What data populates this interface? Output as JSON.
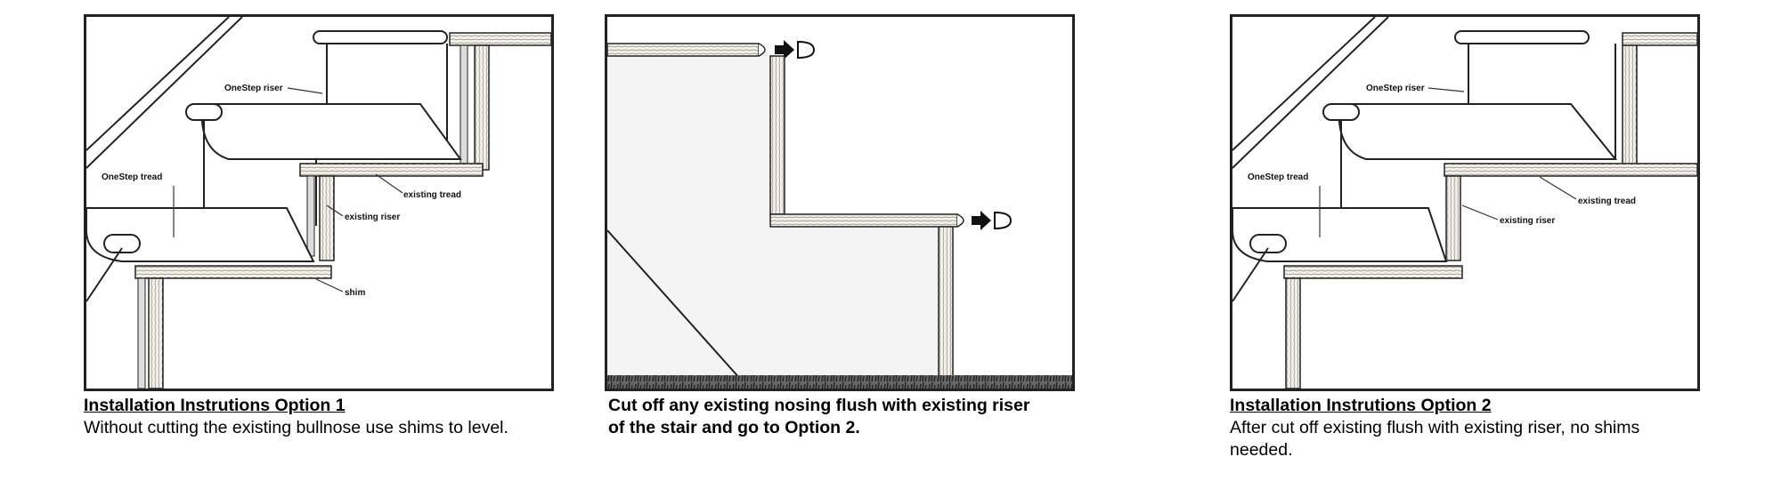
{
  "panels": [
    {
      "labels": {
        "riser": "OneStep riser",
        "tread": "OneStep tread",
        "existing_tread": "existing tread",
        "existing_riser": "existing riser",
        "shim": "shim"
      },
      "caption_title": "Installation Instrutions Option 1",
      "caption_text": "Without cutting the existing bullnose use shims to level."
    },
    {
      "caption_line1": "Cut off any existing nosing flush with existing riser",
      "caption_line2": "of the stair and go to Option 2."
    },
    {
      "labels": {
        "riser": "OneStep riser",
        "tread": "OneStep tread",
        "existing_tread": "existing tread",
        "existing_riser": "existing riser"
      },
      "caption_title": "Installation Instrutions Option 2",
      "caption_text": "After cut off existing flush with existing riser, no shims needed."
    }
  ]
}
